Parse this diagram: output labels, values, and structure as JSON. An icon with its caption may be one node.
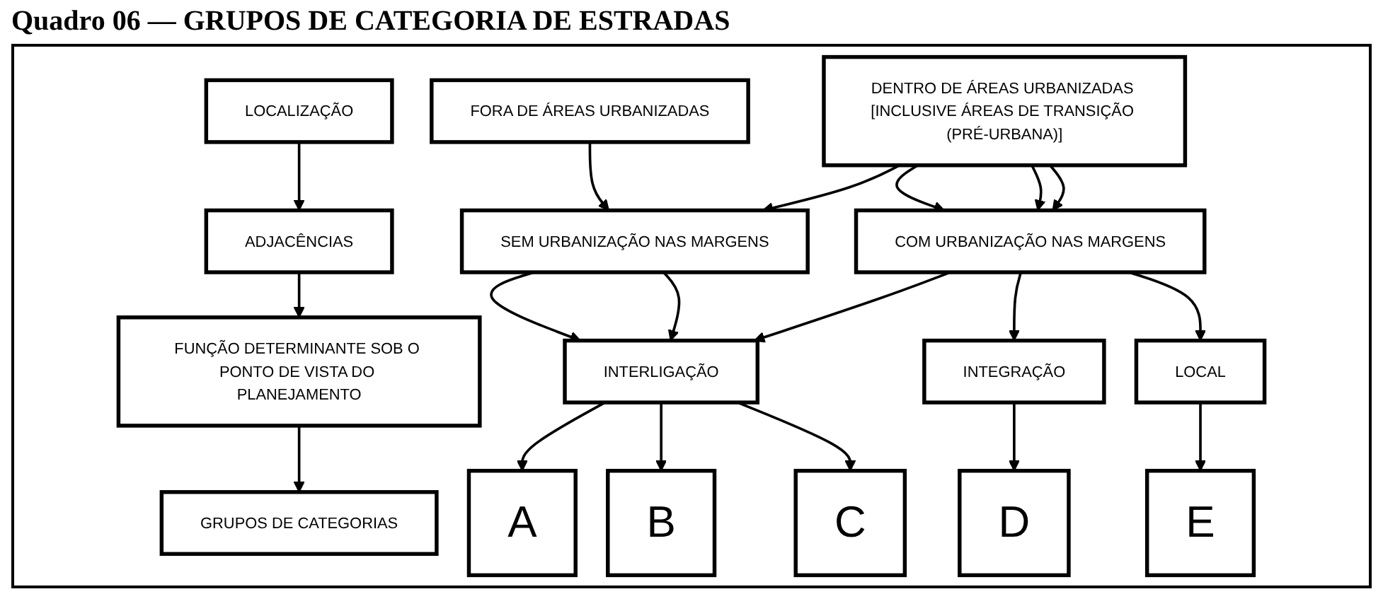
{
  "diagram": {
    "title": "Quadro 06 — GRUPOS DE CATEGORIA DE ESTRADAS",
    "nodes": [
      {
        "text": [
          "LOCALIZAÇÃO"
        ]
      },
      {
        "text": [
          "FORA DE ÁREAS URBANIZADAS"
        ]
      },
      {
        "text": [
          "DENTRO DE ÁREAS URBANIZADAS [INCLUSIVE ÁREAS DE TRANSIÇÃO (PRÉ-URBANA)]"
        ]
      },
      {
        "text": [
          "ADJACÊNCIAS"
        ]
      },
      {
        "text": [
          "SEM URBANIZAÇÃO NAS MARGENS"
        ]
      },
      {
        "text": [
          "COM URBANIZAÇÃO NAS MARGENS"
        ]
      },
      {
        "text": [
          "FUNÇÃO DETERMINANTE SOB O PONTO DE VISTA DO PLANEJAMENTO"
        ]
      },
      {
        "text": [
          "INTERLIGAÇÃO"
        ]
      },
      {
        "text": [
          "INTEGRAÇÃO"
        ]
      },
      {
        "text": [
          "LOCAL"
        ]
      },
      {
        "text": [
          "GRUPOS DE CATEGORIAS"
        ]
      },
      {
        "text": [
          "A"
        ]
      },
      {
        "text": [
          "B"
        ]
      },
      {
        "text": [
          "C"
        ]
      },
      {
        "text": [
          "D"
        ]
      },
      {
        "text": [
          "E"
        ]
      }
    ],
    "edges": [
      {
        "from": 0,
        "to": 3,
        "arrow": "to"
      },
      {
        "from": 1,
        "to": 4,
        "arrow": "to"
      },
      {
        "from": 2,
        "to": 4,
        "arrow": "to"
      },
      {
        "from": 2,
        "to": 5,
        "arrow": "to"
      },
      {
        "from": 2,
        "to": 5,
        "arrow": "to"
      },
      {
        "from": 2,
        "to": 5,
        "arrow": "to"
      },
      {
        "from": 3,
        "to": 6,
        "arrow": "to"
      },
      {
        "from": 4,
        "to": 7,
        "arrow": "to"
      },
      {
        "from": 4,
        "to": 7,
        "arrow": "to"
      },
      {
        "from": 5,
        "to": 7,
        "arrow": "to"
      },
      {
        "from": 5,
        "to": 8,
        "arrow": "to"
      },
      {
        "from": 5,
        "to": 9,
        "arrow": "to"
      },
      {
        "from": 6,
        "to": 10,
        "arrow": "to"
      },
      {
        "from": 7,
        "to": 11,
        "arrow": "to"
      },
      {
        "from": 7,
        "to": 12,
        "arrow": "to"
      },
      {
        "from": 7,
        "to": 13,
        "arrow": "to"
      },
      {
        "from": 8,
        "to": 14,
        "arrow": "to"
      },
      {
        "from": 9,
        "to": 15,
        "arrow": "to"
      }
    ]
  }
}
